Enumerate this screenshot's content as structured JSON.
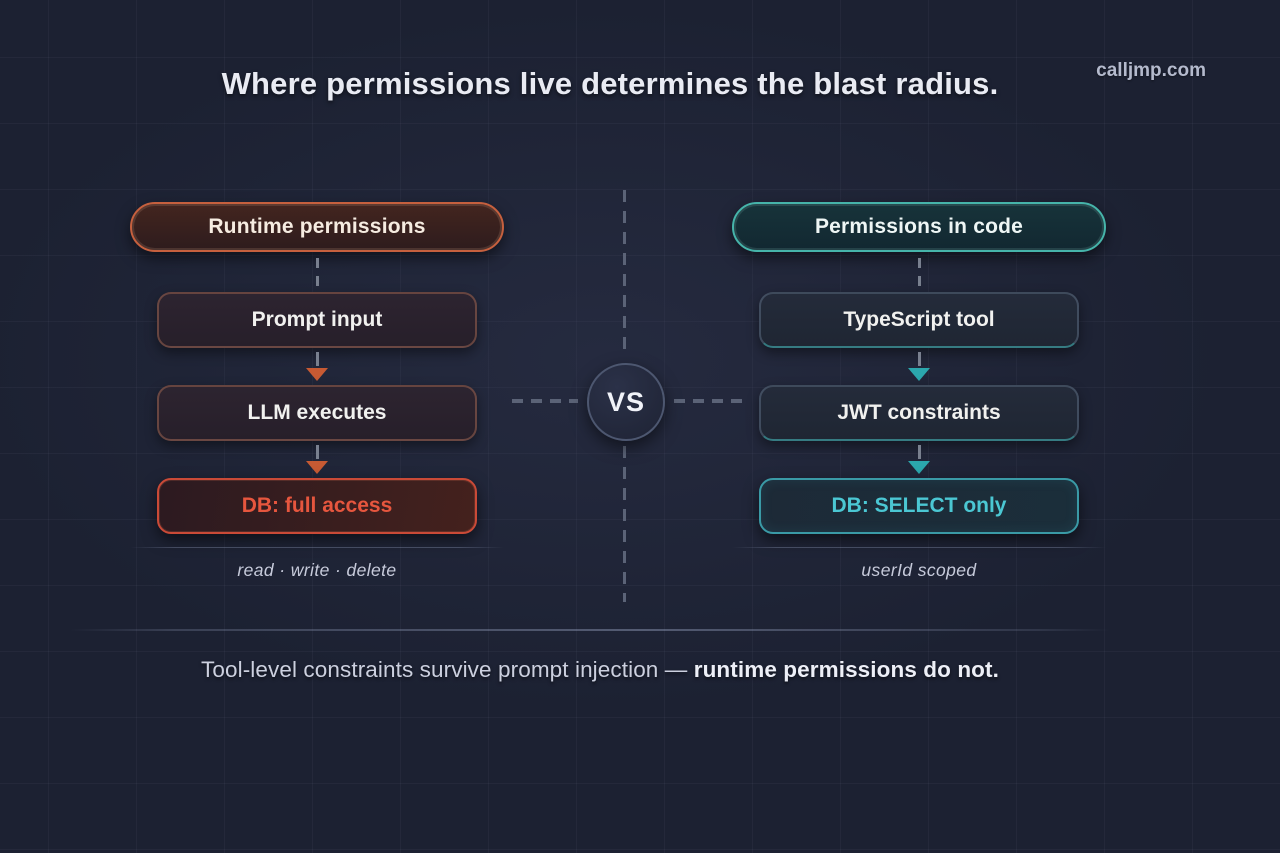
{
  "header": {
    "title": "Where permissions live determines the blast radius.",
    "watermark": "calljmp.com"
  },
  "comparison": {
    "vs_label": "VS",
    "left": {
      "header": "Runtime permissions",
      "steps": [
        {
          "label": "Prompt input"
        },
        {
          "label": "LLM executes"
        },
        {
          "label": "DB: full access"
        }
      ],
      "caption": "read · write · delete"
    },
    "right": {
      "header": "Permissions in code",
      "steps": [
        {
          "label": "TypeScript tool"
        },
        {
          "label": "JWT constraints"
        },
        {
          "label": "DB: SELECT only"
        }
      ],
      "caption": "userId scoped"
    }
  },
  "footer": {
    "note_regular": "Tool-level constraints survive prompt injection — ",
    "note_bold": "runtime permissions do not."
  },
  "colors": {
    "background": "#1c2132",
    "accent_orange": "#c6603e",
    "accent_red": "#ca4a37",
    "danger_text": "#e6563e",
    "accent_teal": "#46b4aa",
    "teal_text": "#4bc7d3",
    "title_text": "#e9ebf3",
    "muted_text": "#c7cbdb"
  }
}
